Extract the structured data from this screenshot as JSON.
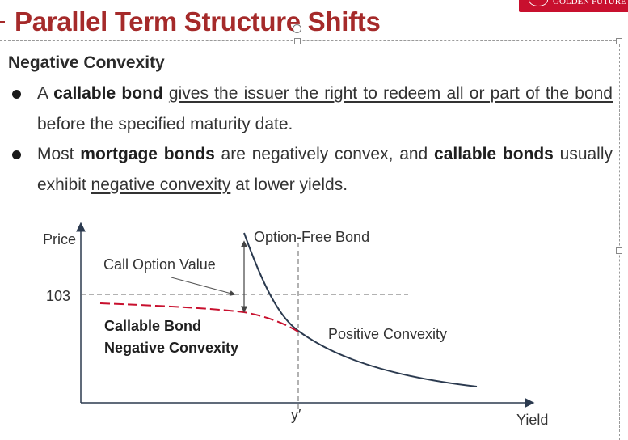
{
  "header": {
    "title": "Parallel Term Structure Shifts",
    "logo_text": "GOLDEN FUTURE"
  },
  "section": {
    "subheading": "Negative Convexity"
  },
  "bullets": [
    {
      "segments": [
        {
          "t": "A ",
          "s": "plain"
        },
        {
          "t": "callable bond",
          "s": "bold"
        },
        {
          "t": " ",
          "s": "plain"
        },
        {
          "t": "gives the issuer the right to redeem all or part of the bond",
          "s": "underline"
        },
        {
          "t": " before the specified maturity date.",
          "s": "plain"
        }
      ]
    },
    {
      "segments": [
        {
          "t": "Most ",
          "s": "plain"
        },
        {
          "t": "mortgage bonds",
          "s": "bold"
        },
        {
          "t": " are negatively convex, and ",
          "s": "plain"
        },
        {
          "t": "callable bonds",
          "s": "bold"
        },
        {
          "t": " usually exhibit ",
          "s": "plain"
        },
        {
          "t": "negative convexity",
          "s": "underline"
        },
        {
          "t": " at lower yields.",
          "s": "plain"
        }
      ]
    }
  ],
  "diagram": {
    "y_axis_label": "Price",
    "x_axis_label": "Yield",
    "price_tick": "103",
    "yield_tick": "y′",
    "option_free_label": "Option-Free Bond",
    "call_option_label": "Call Option Value",
    "callable_label_line1": "Callable Bond",
    "callable_label_line2": "Negative Convexity",
    "positive_label": "Positive Convexity",
    "colors": {
      "option_free_curve": "#2b3a4f",
      "callable_curve": "#c8102e",
      "guide_lines": "#666666"
    }
  }
}
